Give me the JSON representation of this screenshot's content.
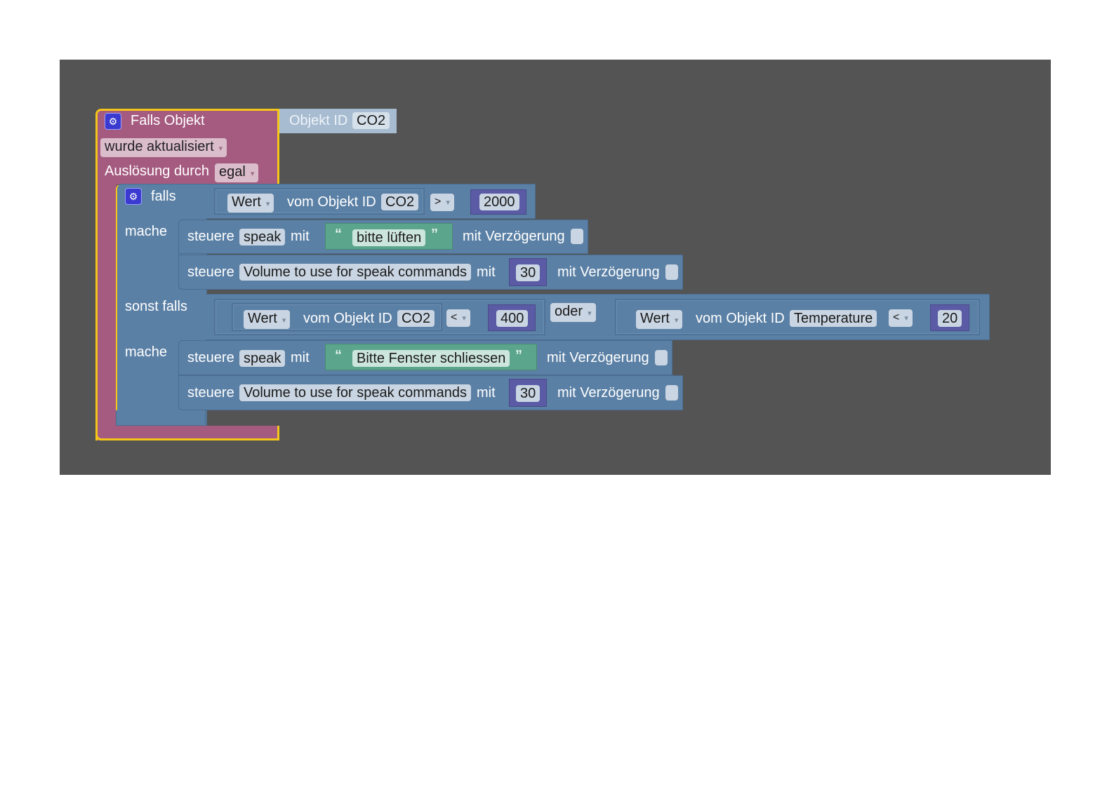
{
  "trigger": {
    "title": "Falls Objekt",
    "object_label": "Objekt ID",
    "object_id": "CO2",
    "event": "wurde aktualisiert",
    "trigger_label": "Auslösung durch",
    "trigger_value": "egal"
  },
  "if_block": {
    "falls": "falls",
    "mache": "mache",
    "sonst_falls": "sonst falls",
    "cond1": {
      "mode": "Wert",
      "label": "vom Objekt ID",
      "id": "CO2",
      "op": ">",
      "value": "2000"
    },
    "cond2a": {
      "mode": "Wert",
      "label": "vom Objekt ID",
      "id": "CO2",
      "op": "<",
      "value": "400"
    },
    "logic": "oder",
    "cond2b": {
      "mode": "Wert",
      "label": "vom Objekt ID",
      "id": "Temperature",
      "op": "<",
      "value": "20"
    }
  },
  "statements": [
    {
      "steuere": "steuere",
      "target": "speak",
      "mit": "mit",
      "value": "bitte lüften",
      "delay": "mit Verzögerung"
    },
    {
      "steuere": "steuere",
      "target": "Volume to use for speak commands",
      "mit": "mit",
      "value": "30",
      "delay": "mit Verzögerung"
    },
    {
      "steuere": "steuere",
      "target": "speak",
      "mit": "mit",
      "value": "Bitte Fenster schliessen",
      "delay": "mit Verzögerung"
    },
    {
      "steuere": "steuere",
      "target": "Volume to use for speak commands",
      "mit": "mit",
      "value": "30",
      "delay": "mit Verzögerung"
    }
  ],
  "quotes": {
    "open": "“",
    "close": "”"
  },
  "colors": {
    "workspace": "#545454",
    "trigger": "#a55b80",
    "highlight": "#f5c518",
    "logic": "#5b80a5",
    "math": "#5b5ba5",
    "text": "#5ba58c"
  }
}
